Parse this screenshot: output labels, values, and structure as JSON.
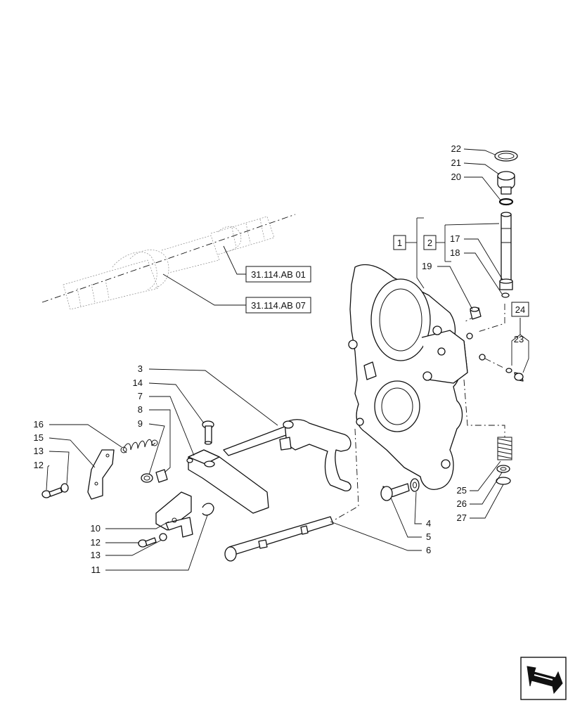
{
  "callouts": {
    "c1": "1",
    "c2": "2",
    "c3": "3",
    "c4": "4",
    "c5": "5",
    "c6": "6",
    "c7": "7",
    "c8": "8",
    "c9": "9",
    "c10": "10",
    "c11": "11",
    "c12a": "12",
    "c12b": "12",
    "c13a": "13",
    "c13b": "13",
    "c14": "14",
    "c15": "15",
    "c16": "16",
    "c17": "17",
    "c18": "18",
    "c19": "19",
    "c20": "20",
    "c21": "21",
    "c22": "22",
    "c23": "23",
    "c24": "24",
    "c25": "25",
    "c26": "26",
    "c27": "27"
  },
  "references": {
    "ref_ab01": "31.114.AB 01",
    "ref_ab07": "31.114.AB 07"
  },
  "icons": {
    "nav_arrow": "next-page-arrow-icon"
  }
}
